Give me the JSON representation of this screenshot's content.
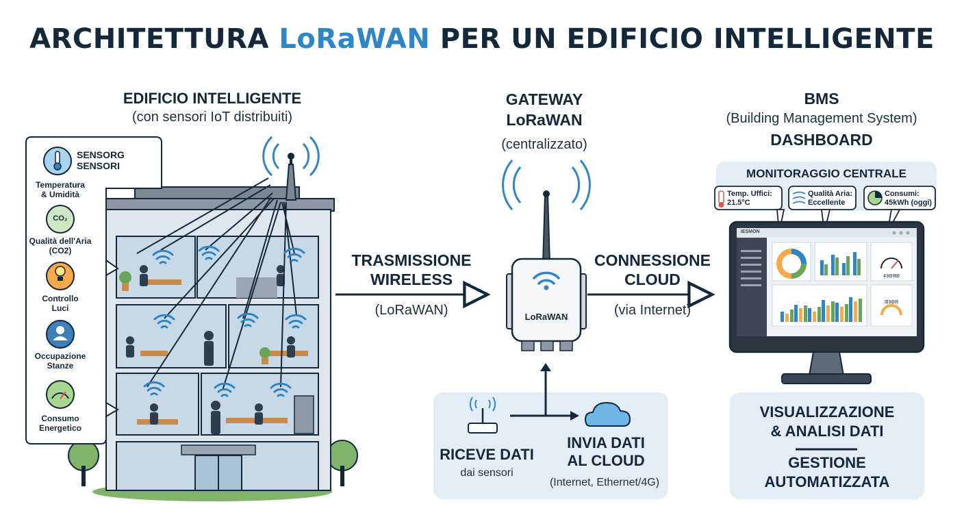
{
  "title": {
    "prefix": "ARCHITETTURA ",
    "accent": "LoRaWAN",
    "suffix": " PER UN EDIFICIO INTELLIGENTE"
  },
  "building": {
    "heading": "EDIFICIO INTELLIGENTE",
    "subheading": "(con sensori IoT distribuiti)"
  },
  "sensors_panel": {
    "title_line1": "SENSORG",
    "title_line2": "SENSORI",
    "items": [
      {
        "label_line1": "Temperatura",
        "label_line2": "& Umidità",
        "icon": "thermometer-icon"
      },
      {
        "label_line1": "Qualità dell'Aria",
        "label_line2": "(CO2)",
        "icon": "co2-cloud-icon",
        "icon_text": "CO₂"
      },
      {
        "label_line1": "Controllo",
        "label_line2": "Luci",
        "icon": "lightbulb-icon"
      },
      {
        "label_line1": "Occupazione",
        "label_line2": "Stanze",
        "icon": "person-icon"
      },
      {
        "label_line1": "Consumo",
        "label_line2": "Energetico",
        "icon": "gauge-icon"
      }
    ]
  },
  "wireless": {
    "line1": "TRASMISSIONE",
    "line2": "WIRELESS",
    "sub": "(LoRaWAN)"
  },
  "gateway": {
    "line1": "GATEWAY",
    "line2": "LoRaWAN",
    "sub": "(centralizzato)",
    "device_brand": "LoRaWAN"
  },
  "cloud": {
    "line1": "CONNESSIONE",
    "line2": "CLOUD",
    "sub": "(via Internet)"
  },
  "gateway_box": {
    "receive_line1": "RICEVE DATI",
    "receive_sub": "dai sensori",
    "send_line1": "INVIA DATI",
    "send_line2": "AL CLOUD",
    "send_sub": "(Internet, Ethernet/4G)"
  },
  "bms": {
    "line1": "BMS",
    "line2": "(Building Management System)",
    "line3": "DASHBOARD"
  },
  "monitor": {
    "title": "MONITORAGGIO CENTRALE",
    "cards": [
      {
        "line1": "Temp. Uffici:",
        "line2": "21.5°C",
        "icon": "thermometer-icon"
      },
      {
        "line1": "Qualità Aria:",
        "line2": "Eccellente",
        "icon": "wind-icon"
      },
      {
        "line1": "Consumi:",
        "line2": "45kWh (oggi)",
        "icon": "pie-chart-icon"
      }
    ],
    "screen_brand": "IESMON",
    "gauge1_value": "43ΘЯΘ",
    "gauge2_value": "Θ3ΘЯ"
  },
  "bms_box": {
    "line1": "VISUALIZZAZIONE",
    "line2": "& ANALISI DATI",
    "line3": "GESTIONE",
    "line4": "AUTOMATIZZATA"
  },
  "colors": {
    "accent": "#2f86c6",
    "dark": "#13283b",
    "panel": "#e3edf5",
    "wifi": "#2f86c6"
  }
}
